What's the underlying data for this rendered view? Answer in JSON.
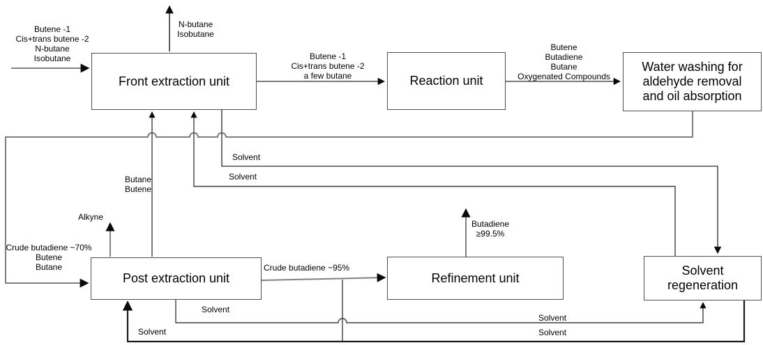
{
  "diagram": {
    "units": {
      "front_extraction": "Front extraction unit",
      "reaction": "Reaction unit",
      "water_washing": "Water washing for\naldehyde removal\nand oil absorption",
      "post_extraction": "Post extraction unit",
      "refinement": "Refinement unit",
      "solvent_regeneration": "Solvent\nregeneration"
    },
    "streams": {
      "feed_in": "Butene -1\nCis+trans butene -2\nN-butane\nIsobutane",
      "front_top_out": "N-butane\nIsobutane",
      "front_to_reaction": "Butene -1\nCis+trans butene -2\na few butane",
      "reaction_to_water": "Butene\nButadiene\nButane\nOxygenated Compounds",
      "water_to_post": "Crude butadiene ~70%\nButene\nButane",
      "post_to_front": "Butane\nButene",
      "solvent_to_front": "Solvent",
      "solvent_from_front": "Solvent",
      "alkyne_out": "Alkyne",
      "post_to_refinement": "Crude butadiene ~95%",
      "refinement_top_out": "Butadiene\n≥99.5%",
      "solvent_a_left": "Solvent",
      "solvent_a_right": "Solvent",
      "solvent_b_left": "Solvent",
      "solvent_b_right": "Solvent"
    }
  }
}
